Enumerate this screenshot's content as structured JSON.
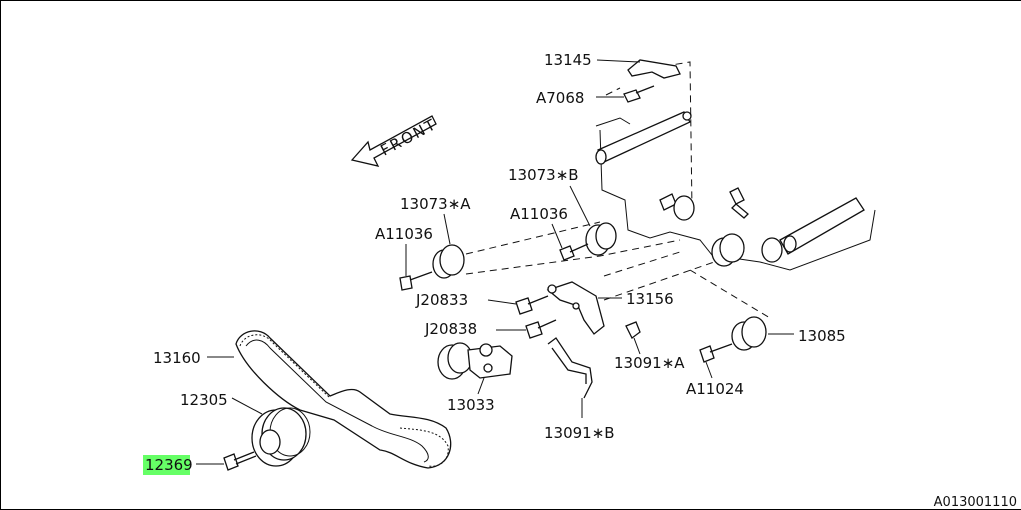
{
  "diagram": {
    "front_marker": "FRONT",
    "figure_code": "A013001110",
    "highlight_color": "#66ff66",
    "labels": {
      "p13145": "13145",
      "pA7068": "A7068",
      "p13073B": "13073∗B",
      "p13073A": "13073∗A",
      "pA11036_center": "A11036",
      "pA11036_left": "A11036",
      "pJ20833": "J20833",
      "p13156": "13156",
      "pJ20838": "J20838",
      "p13160": "13160",
      "p13085": "13085",
      "p13091A": "13091∗A",
      "pA11024": "A11024",
      "p13033": "13033",
      "p12305": "12305",
      "p12369": "12369",
      "p13091B": "13091∗B"
    }
  }
}
